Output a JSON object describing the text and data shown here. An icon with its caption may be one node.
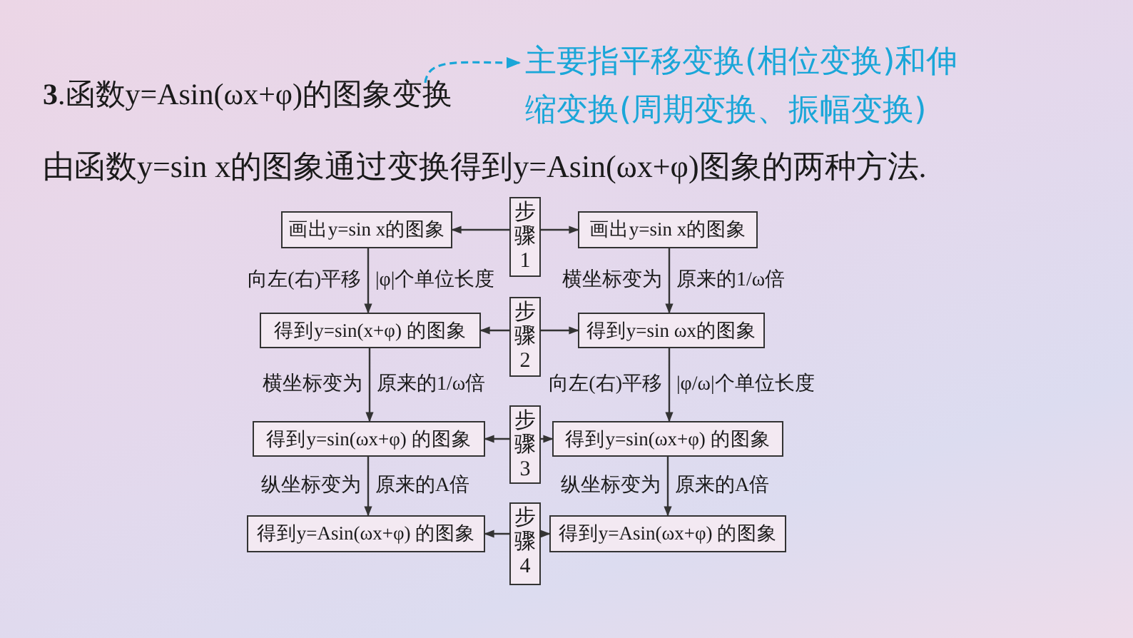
{
  "diagram": {
    "nodes": [
      {
        "text": [
          "**3**.函数y=Asin(ωx+φ)的图象变换"
        ]
      },
      {
        "text": [
          "主要指平移变换(相位变换)和伸缩变换(周期变换、振幅变换)"
        ]
      },
      {
        "text": [
          "画出y=sin x的图象"
        ]
      },
      {
        "text": [
          "步骤1"
        ]
      },
      {
        "text": [
          "画出y=sin x的图象"
        ]
      },
      {
        "text": [
          "得到y=sin(x+φ) 的图象"
        ]
      },
      {
        "text": [
          "步骤2"
        ]
      },
      {
        "text": [
          "得到y=sin ωx的图象"
        ]
      },
      {
        "text": [
          "得到y=sin(ωx+φ) 的图象"
        ]
      },
      {
        "text": [
          "步骤3"
        ]
      },
      {
        "text": [
          "得到y=sin(ωx+φ) 的图象"
        ]
      },
      {
        "text": [
          "得到y=Asin(ωx+φ) 的图象"
        ]
      },
      {
        "text": [
          "步骤4"
        ]
      },
      {
        "text": [
          "得到y=Asin(ωx+φ) 的图象"
        ]
      }
    ],
    "edges": [
      {
        "from": 0,
        "to": 1,
        "arrow": "to",
        "style": "dashed",
        "color": "#1aa6d8"
      },
      {
        "from": 3,
        "to": 2,
        "arrow": "to"
      },
      {
        "from": 3,
        "to": 4,
        "arrow": "to"
      },
      {
        "from": 2,
        "to": 5,
        "arrow": "to",
        "label": "向左(右)平移 |φ|个单位长度"
      },
      {
        "from": 4,
        "to": 7,
        "arrow": "to",
        "label": "横坐标变为 原来的1/ω倍"
      },
      {
        "from": 6,
        "to": 5,
        "arrow": "to"
      },
      {
        "from": 6,
        "to": 7,
        "arrow": "to"
      },
      {
        "from": 5,
        "to": 8,
        "arrow": "to",
        "label": "横坐标变为 原来的1/ω倍"
      },
      {
        "from": 7,
        "to": 10,
        "arrow": "to",
        "label": "向左(右)平移 |φ/ω|个单位长度"
      },
      {
        "from": 9,
        "to": 8,
        "arrow": "to"
      },
      {
        "from": 9,
        "to": 10,
        "arrow": "to"
      },
      {
        "from": 8,
        "to": 11,
        "arrow": "to",
        "label": "纵坐标变为 原来的A倍"
      },
      {
        "from": 10,
        "to": 13,
        "arrow": "to",
        "label": "纵坐标变为 原来的A倍"
      },
      {
        "from": 12,
        "to": 11,
        "arrow": "to"
      },
      {
        "from": 12,
        "to": 13,
        "arrow": "to"
      }
    ],
    "labels": [
      "由函数y=sin x的图象通过变换得到y=Asin(ωx+φ)图象的两种方法."
    ]
  }
}
